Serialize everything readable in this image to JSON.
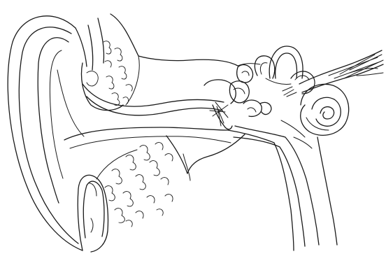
{
  "figure": {
    "ink_color": "#1a1a1a",
    "background_color": "#ffffff",
    "style": "black line drawing, no labels",
    "structures": [
      "auricle",
      "ear-canal",
      "temporal-bone",
      "mastoid-air-cells",
      "eardrum",
      "ossicles",
      "semicircular-canals",
      "cochlea",
      "auditory-nerve",
      "eustachian-tube",
      "earlobe"
    ]
  }
}
